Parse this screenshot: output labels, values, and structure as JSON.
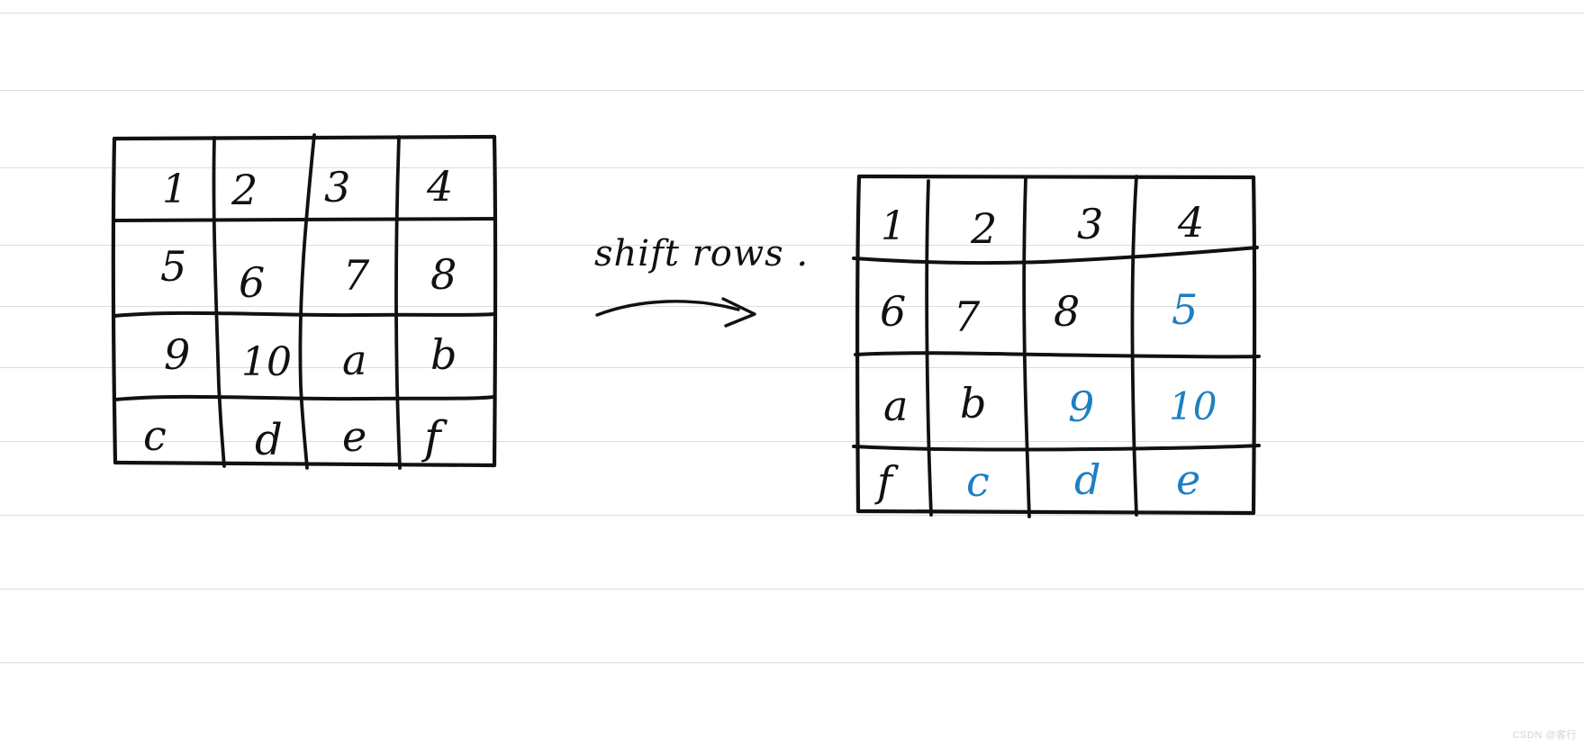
{
  "page": {
    "title": "shift rows diagram",
    "background_color": "#ffffff",
    "rule_color": "#dcdcdc",
    "ink_color": "#111111",
    "highlight_color": "#1e7fc2",
    "watermark": "CSDN @客行"
  },
  "annotation": {
    "operation_label": "shift rows .",
    "arrow": "arrow-right"
  },
  "left_table": {
    "name": "input-state-matrix",
    "rows": 4,
    "cols": 4,
    "cells": [
      [
        {
          "text": "1",
          "color": "#111111"
        },
        {
          "text": "2",
          "color": "#111111"
        },
        {
          "text": "3",
          "color": "#111111"
        },
        {
          "text": "4",
          "color": "#111111"
        }
      ],
      [
        {
          "text": "5",
          "color": "#111111"
        },
        {
          "text": "6",
          "color": "#111111"
        },
        {
          "text": "7",
          "color": "#111111"
        },
        {
          "text": "8",
          "color": "#111111"
        }
      ],
      [
        {
          "text": "9",
          "color": "#111111"
        },
        {
          "text": "10",
          "color": "#111111"
        },
        {
          "text": "a",
          "color": "#111111"
        },
        {
          "text": "b",
          "color": "#111111"
        }
      ],
      [
        {
          "text": "c",
          "color": "#111111"
        },
        {
          "text": "d",
          "color": "#111111"
        },
        {
          "text": "e",
          "color": "#111111"
        },
        {
          "text": "f",
          "color": "#111111"
        }
      ]
    ]
  },
  "right_table": {
    "name": "output-state-matrix",
    "rows": 4,
    "cols": 4,
    "cells": [
      [
        {
          "text": "1",
          "color": "#111111"
        },
        {
          "text": "2",
          "color": "#111111"
        },
        {
          "text": "3",
          "color": "#111111"
        },
        {
          "text": "4",
          "color": "#111111"
        }
      ],
      [
        {
          "text": "6",
          "color": "#111111"
        },
        {
          "text": "7",
          "color": "#111111"
        },
        {
          "text": "8",
          "color": "#111111"
        },
        {
          "text": "5",
          "color": "#1e7fc2"
        }
      ],
      [
        {
          "text": "a",
          "color": "#111111"
        },
        {
          "text": "b",
          "color": "#111111"
        },
        {
          "text": "9",
          "color": "#1e7fc2"
        },
        {
          "text": "10",
          "color": "#1e7fc2"
        }
      ],
      [
        {
          "text": "f",
          "color": "#111111"
        },
        {
          "text": "c",
          "color": "#1e7fc2"
        },
        {
          "text": "d",
          "color": "#1e7fc2"
        },
        {
          "text": "e",
          "color": "#1e7fc2"
        }
      ]
    ]
  }
}
